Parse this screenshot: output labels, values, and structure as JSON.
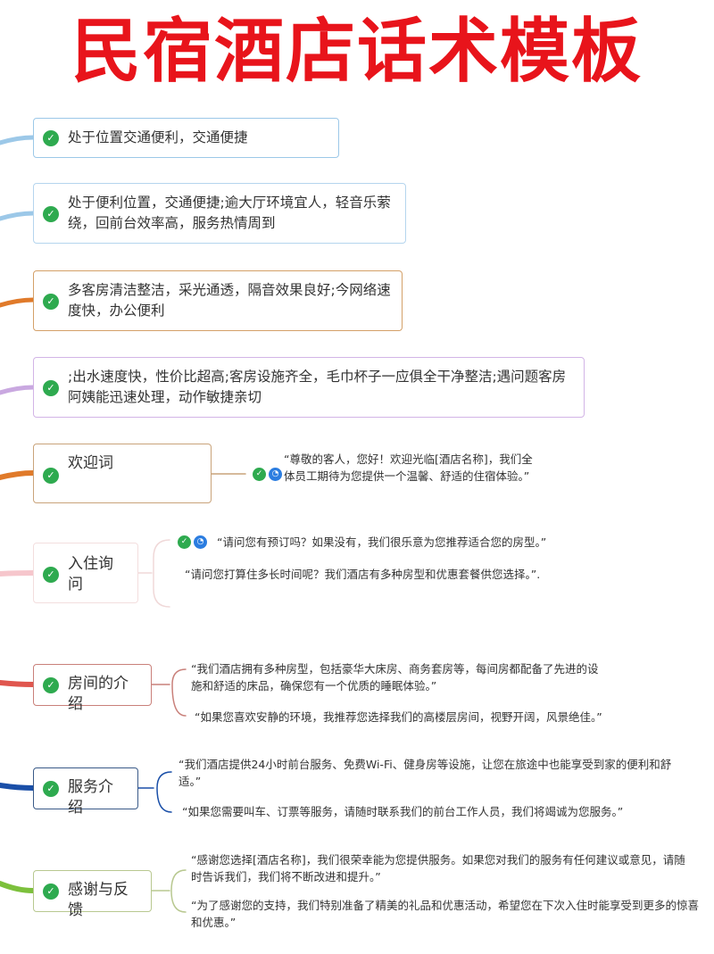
{
  "title": "民宿酒店话术模板",
  "colors": {
    "title": "#e8141b",
    "check": "#2eaa4f",
    "clock": "#2b7de0"
  },
  "nodes": [
    {
      "label": "处于位置交通便利，交通便捷"
    },
    {
      "label": "处于便利位置，交通便捷;逾大厅环境宜人，轻音乐萦绕，回前台效率高，服务热情周到"
    },
    {
      "label": "多客房清洁整洁，采光通透，隔音效果良好;今网络速度快，办公便利"
    },
    {
      "label": ";出水速度快，性价比超高;客房设施齐全，毛巾杯子一应俱全干净整洁;遇问题客房阿姨能迅速处理，动作敏捷亲切"
    },
    {
      "label": "欢迎词",
      "children": [
        "“尊敬的客人，您好！欢迎光临[酒店名称]，我们全体员工期待为您提供一个温馨、舒适的住宿体验。”"
      ]
    },
    {
      "label": "入住询问",
      "children": [
        "“请问您有预订吗？如果没有，我们很乐意为您推荐适合您的房型。”",
        "“请问您打算住多长时间呢？我们酒店有多种房型和优惠套餐供您选择。”."
      ]
    },
    {
      "label": "房间的介绍",
      "children": [
        "“我们酒店拥有多种房型，包括豪华大床房、商务套房等，每间房都配备了先进的设施和舒适的床品，确保您有一个优质的睡眠体验。”",
        "“如果您喜欢安静的环境，我推荐您选择我们的高楼层房间，视野开阔，风景绝佳。”"
      ]
    },
    {
      "label": "服务介绍",
      "children": [
        "“我们酒店提供24小时前台服务、免费Wi-Fi、健身房等设施，让您在旅途中也能享受到家的便利和舒适。”",
        "“如果您需要叫车、订票等服务，请随时联系我们的前台工作人员，我们将竭诚为您服务。”"
      ]
    },
    {
      "label": "感谢与反馈",
      "children": [
        "“感谢您选择[酒店名称]，我们很荣幸能为您提供服务。如果您对我们的服务有任何建议或意见，请随时告诉我们，我们将不断改进和提升。”",
        "“为了感谢您的支持，我们特别准备了精美的礼品和优惠活动，希望您在下次入住时能享受到更多的惊喜和优惠。”"
      ]
    }
  ],
  "icons": {
    "check": "✓",
    "clock": "◔"
  }
}
